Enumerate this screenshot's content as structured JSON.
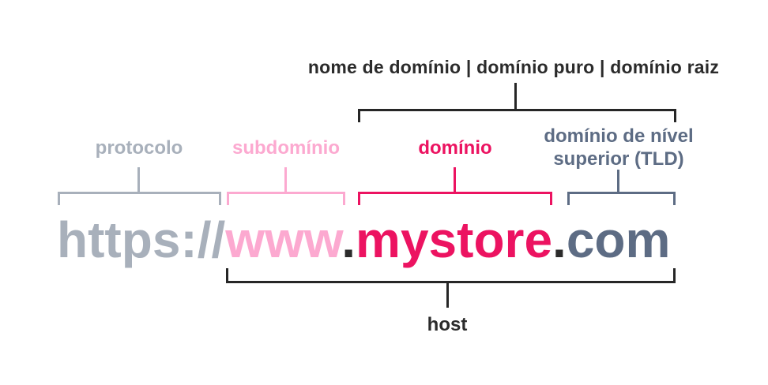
{
  "diagram": {
    "title_label": "nome de domínio | domínio puro | domínio raiz",
    "host_label": "host",
    "sections": {
      "protocol": {
        "label": "protocolo",
        "color": "#a8b0bb"
      },
      "subdomain": {
        "label": "subdomínio",
        "color": "#fca9d0"
      },
      "domain": {
        "label": "domínio",
        "color": "#ec1361"
      },
      "tld": {
        "label_line1": "domínio de nível",
        "label_line2": "superior (TLD)",
        "color": "#5d6c84"
      }
    },
    "url": {
      "full": "https://www.mystore.com",
      "parts": {
        "protocol": {
          "text": "https://",
          "color": "#a8b0bb"
        },
        "subdomain": {
          "text": "www",
          "color": "#fca9d0"
        },
        "dot1": {
          "text": ".",
          "color": "#2b2b2b"
        },
        "domain": {
          "text": "mystore",
          "color": "#ec1361"
        },
        "dot2": {
          "text": ".",
          "color": "#2b2b2b"
        },
        "tld": {
          "text": "com",
          "color": "#5d6c84"
        }
      }
    },
    "colors": {
      "background": "#ffffff",
      "dark_text_and_lines": "#2b2b2b",
      "protocol_gray": "#a8b0bb",
      "subdomain_light_pink": "#fca9d0",
      "domain_magenta": "#ec1361",
      "tld_slate": "#5d6c84"
    }
  }
}
